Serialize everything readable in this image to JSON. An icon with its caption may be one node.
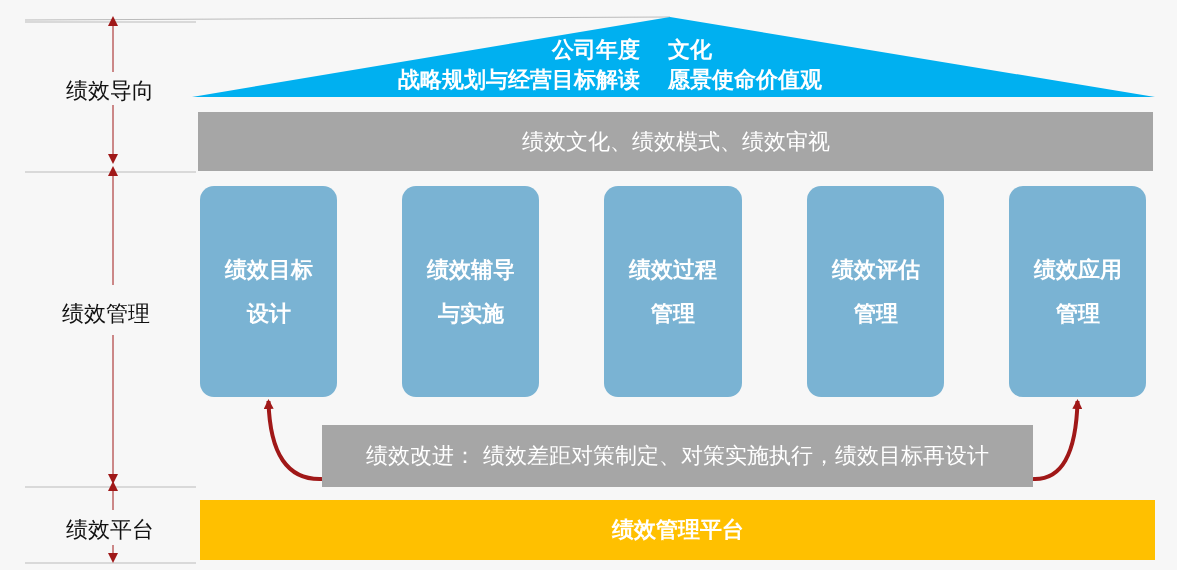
{
  "diagram": {
    "nodes": [
      {
        "text": [
          "公司年度",
          "文化",
          "战略规划与经营目标解读",
          "愿景使命价值观"
        ]
      },
      {
        "text": [
          "绩效文化、绩效模式、绩效审视"
        ]
      },
      {
        "text": [
          "绩效目标设计"
        ]
      },
      {
        "text": [
          "绩效辅导与实施"
        ]
      },
      {
        "text": [
          "绩效过程管理"
        ]
      },
      {
        "text": [
          "绩效评估管理"
        ]
      },
      {
        "text": [
          "绩效应用管理"
        ]
      },
      {
        "text": [
          "绩效改进： 绩效差距对策制定、对策实施执行，绩效目标再设计"
        ]
      },
      {
        "text": [
          "绩效管理平台"
        ]
      }
    ],
    "edges": [
      {
        "from": 7,
        "to": 2,
        "arrow": "to"
      },
      {
        "from": 7,
        "to": 6,
        "arrow": "to"
      }
    ],
    "labels": [
      "绩效导向",
      "绩效管理",
      "绩效平台"
    ]
  }
}
